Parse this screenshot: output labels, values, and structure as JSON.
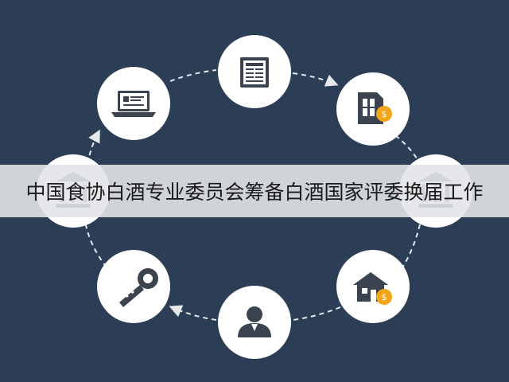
{
  "banner": {
    "title": "中国食协白酒专业委员会筹备白酒国家评委换届工作"
  },
  "colors": {
    "background": "#2b3e55",
    "node_fill": "#ffffff",
    "icon": "#3b4350",
    "coin": "#f2a516",
    "ring": "#e6e8ec"
  },
  "nodes": [
    {
      "id": "top",
      "icon": "document-icon"
    },
    {
      "id": "top-right",
      "icon": "sim-card-coin-icon"
    },
    {
      "id": "right",
      "icon": "bank-icon"
    },
    {
      "id": "bottom-right",
      "icon": "house-coin-icon"
    },
    {
      "id": "bottom",
      "icon": "user-icon"
    },
    {
      "id": "bottom-left",
      "icon": "key-icon"
    },
    {
      "id": "left",
      "icon": "bank-icon"
    },
    {
      "id": "top-left",
      "icon": "laptop-icon"
    }
  ]
}
